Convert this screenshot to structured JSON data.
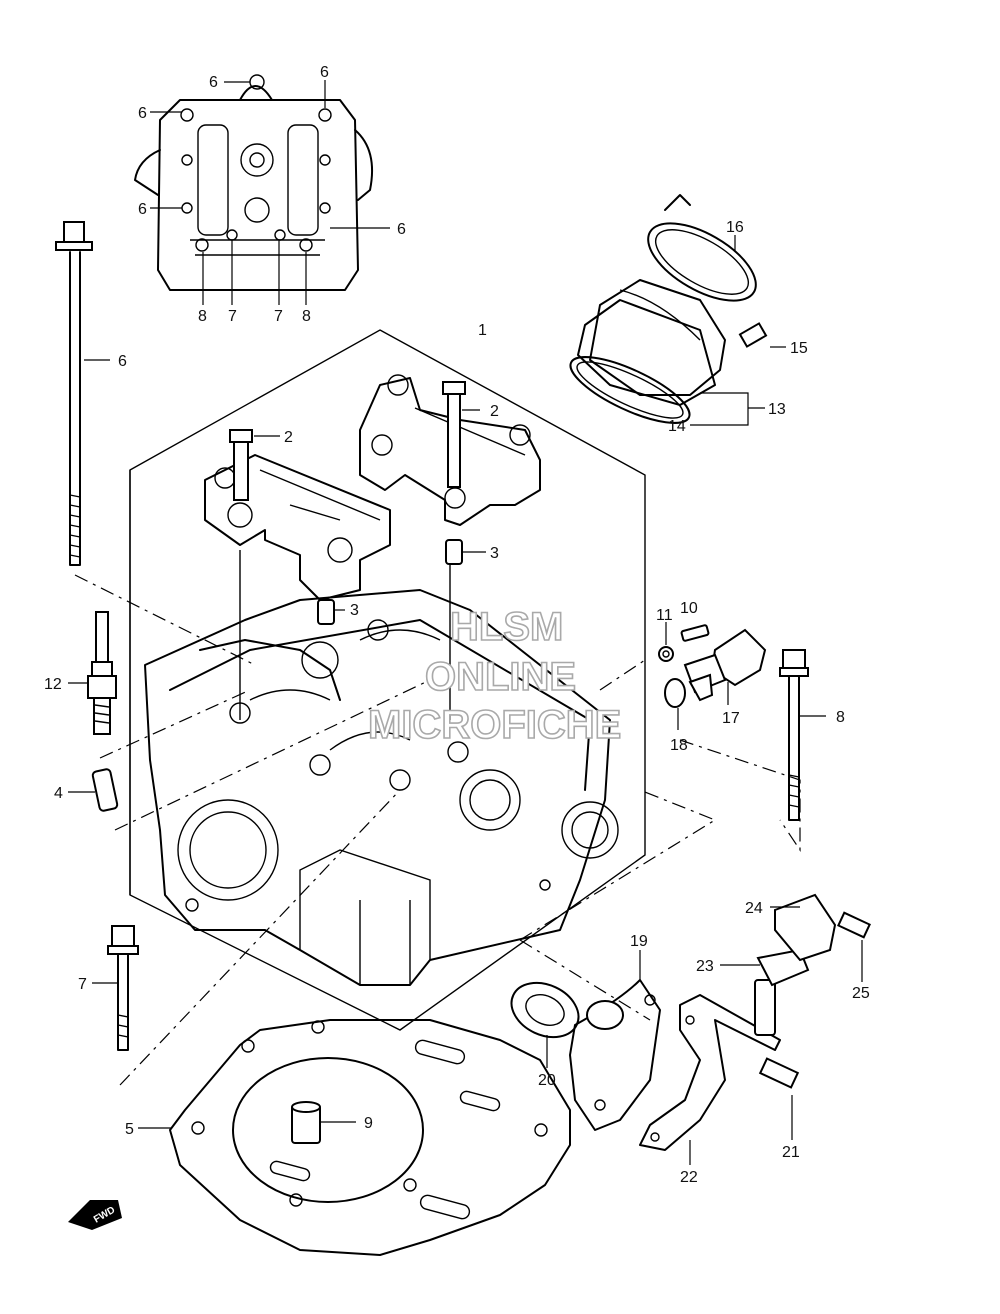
{
  "callouts": [
    {
      "id": "c6a",
      "text": "6"
    },
    {
      "id": "c6b",
      "text": "6"
    },
    {
      "id": "c6c",
      "text": "6"
    },
    {
      "id": "c6d",
      "text": "6"
    },
    {
      "id": "c6e",
      "text": "6"
    },
    {
      "id": "c8a",
      "text": "8"
    },
    {
      "id": "c7a",
      "text": "7"
    },
    {
      "id": "c7b",
      "text": "7"
    },
    {
      "id": "c8b",
      "text": "8"
    },
    {
      "id": "c6f",
      "text": "6"
    },
    {
      "id": "c16",
      "text": "16"
    },
    {
      "id": "c1",
      "text": "1"
    },
    {
      "id": "c15",
      "text": "15"
    },
    {
      "id": "c2a",
      "text": "2"
    },
    {
      "id": "c13",
      "text": "13"
    },
    {
      "id": "c2b",
      "text": "2"
    },
    {
      "id": "c14",
      "text": "14"
    },
    {
      "id": "c3a",
      "text": "3"
    },
    {
      "id": "c3b",
      "text": "3"
    },
    {
      "id": "c11",
      "text": "11"
    },
    {
      "id": "c10",
      "text": "10"
    },
    {
      "id": "c12",
      "text": "12"
    },
    {
      "id": "c8c",
      "text": "8"
    },
    {
      "id": "c17",
      "text": "17"
    },
    {
      "id": "c18",
      "text": "18"
    },
    {
      "id": "c4",
      "text": "4"
    },
    {
      "id": "c24",
      "text": "24"
    },
    {
      "id": "c19",
      "text": "19"
    },
    {
      "id": "c7c",
      "text": "7"
    },
    {
      "id": "c23",
      "text": "23"
    },
    {
      "id": "c25",
      "text": "25"
    },
    {
      "id": "c20",
      "text": "20"
    },
    {
      "id": "c5",
      "text": "5"
    },
    {
      "id": "c9",
      "text": "9"
    },
    {
      "id": "c21",
      "text": "21"
    },
    {
      "id": "c22",
      "text": "22"
    }
  ],
  "watermark": {
    "line1": "HLSM",
    "line2": "ONLINE",
    "line3": "MICROFICHE"
  },
  "fwd_label": "FWD",
  "colors": {
    "line": "#000000",
    "watermark_stroke": "#a9a9a9",
    "background": "#ffffff"
  }
}
